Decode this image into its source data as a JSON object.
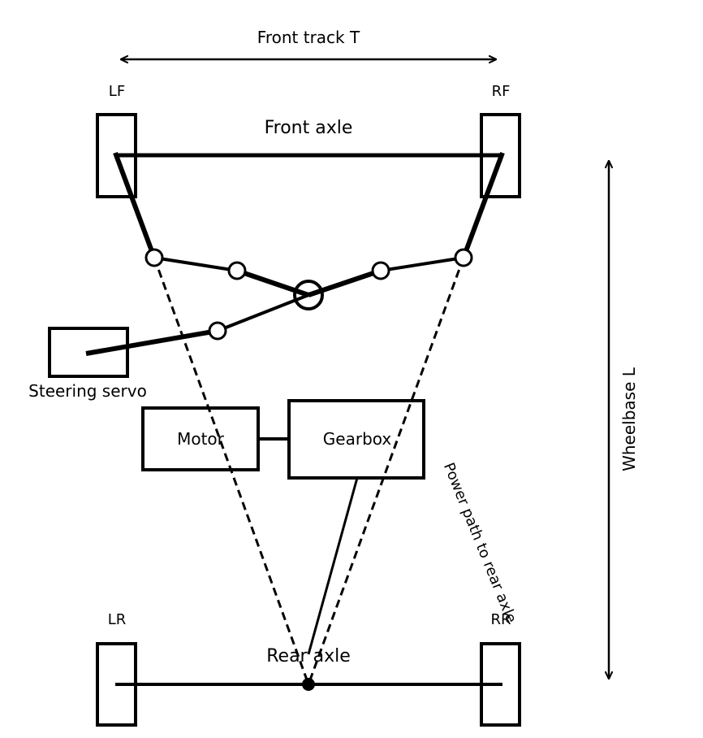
{
  "colors": {
    "ink": "#000000",
    "background": "#ffffff"
  },
  "labels": {
    "front_track": "Front track T",
    "front_axle": "Front axle",
    "rear_axle": "Rear axle",
    "wheelbase": "Wheelbase L",
    "steering_servo": "Steering servo",
    "motor": "Motor",
    "gearbox": "Gearbox",
    "power_path": "Power path to rear axle"
  },
  "wheels": {
    "left_front": "LF",
    "right_front": "RF",
    "left_rear": "LR",
    "right_rear": "RR"
  }
}
